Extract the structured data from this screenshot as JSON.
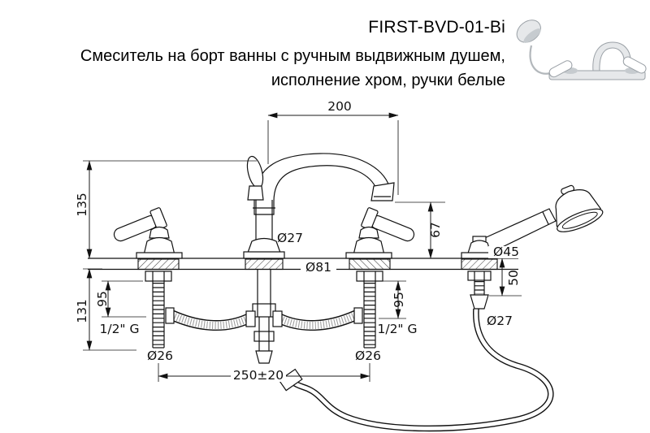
{
  "header": {
    "model": "FIRST-BVD-01-Bi",
    "description_line1": "Смеситель на борт ванны с ручным выдвижным душем,",
    "description_line2": "исполнение хром, ручки белые"
  },
  "dimensions": {
    "spout_reach": "200",
    "spout_height": "135",
    "outlet_drop": "67",
    "spout_diameter": "Ø27",
    "base_diameter": "Ø81",
    "shower_base_diameter": "Ø45",
    "shower_base_height": "50",
    "shower_hose_diameter": "Ø27",
    "under_deck_height": "131",
    "left_tail_length": "95",
    "right_tail_length": "95",
    "left_thread": "1/2\" G",
    "right_thread": "1/2\" G",
    "left_tail_diameter": "Ø26",
    "right_tail_diameter": "Ø26",
    "hole_spacing": "250±20"
  }
}
